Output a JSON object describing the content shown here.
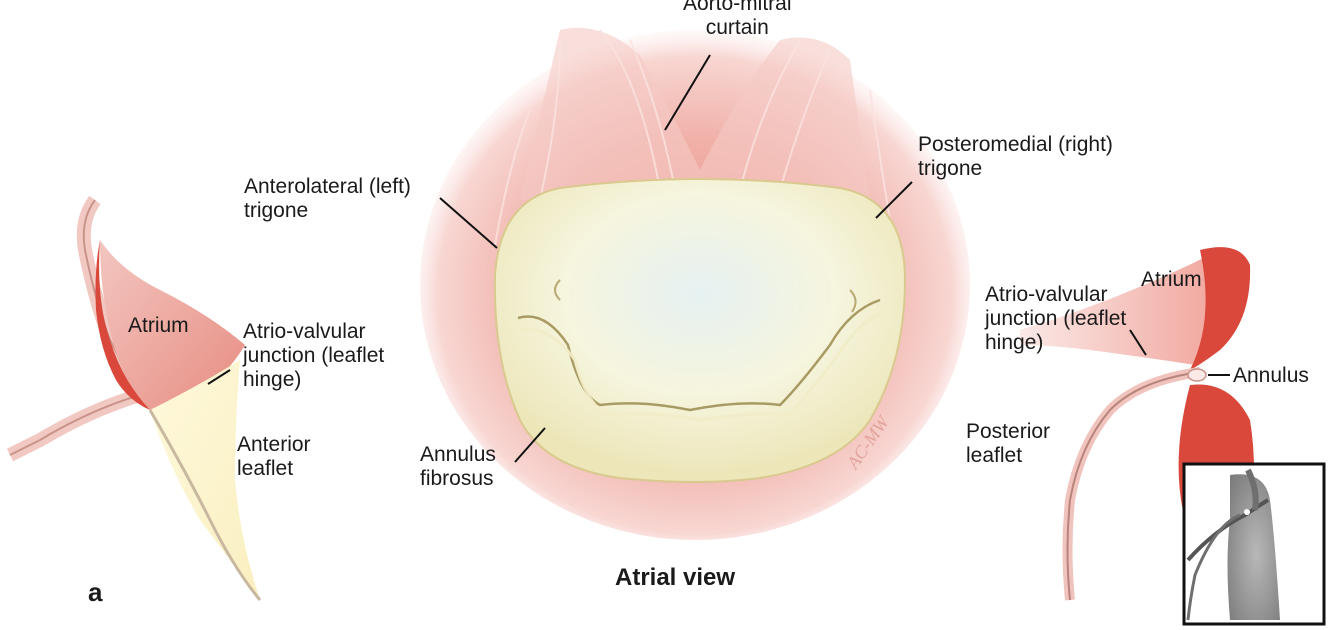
{
  "figure": {
    "panel_letter": "a",
    "caption": "Atrial view",
    "labels": {
      "aorto_mitral": "Aorto-mitral\ncurtain",
      "posteromedial": "Posteromedial (right)\ntrigone",
      "anterolateral": "Anterolateral (left)\ntrigone",
      "atrium_left": "Atrium",
      "atrio_valvular_left": "Atrio-valvular\njunction (leaflet\nhinge)",
      "anterior_leaflet": "Anterior\nleaflet",
      "annulus_fibrosus": "Annulus\nfibrosus",
      "atrium_right": "Atrium",
      "atrio_valvular_right": "Atrio-valvular\njunction (leaflet\nhinge)",
      "annulus": "Annulus",
      "posterior_leaflet": "Posterior\nleaflet",
      "signature": "AC-MW"
    },
    "colors": {
      "tissue_pink": "#f0bcb6",
      "tissue_pale": "#f8dcd8",
      "muscle_red": "#d9483a",
      "leaflet_yellow": "#fbf4cf",
      "valve_cream": "#f4f2d8",
      "valve_center": "#e8f0f0",
      "inset_gray": "#9a9a9a"
    }
  }
}
